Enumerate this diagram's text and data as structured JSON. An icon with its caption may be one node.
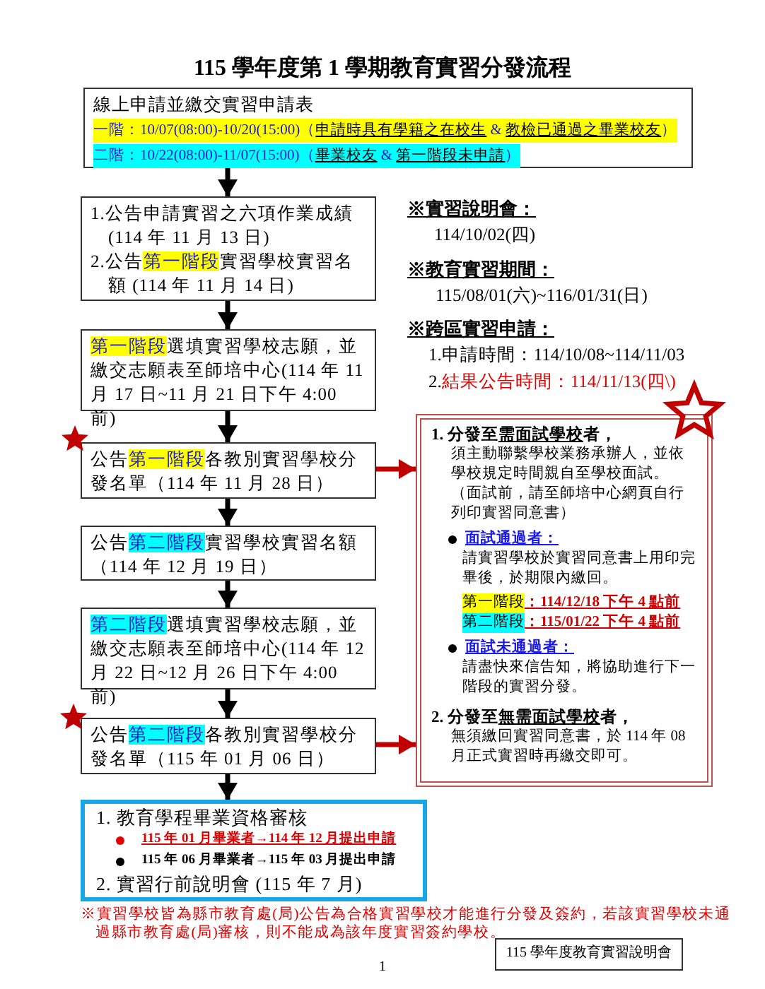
{
  "diagram": {
    "title": "115 學年度第 1 學期教育實習分發流程",
    "nodes": [
      {
        "text": [
          "線上申請並繳交實習申請表",
          "一階：10/07(08:00)-10/20(15:00)（**申請時具有學籍之在校生** & **教檢已通過之畢業校友**）",
          "二階：10/22(08:00)-11/07(15:00)（**畢業校友** & **第一階段未申請**）"
        ]
      },
      {
        "text": [
          "1.公告申請實習之六項作業成績 (114 年 11 月 13 日)",
          "2.公告**第一階段**實習學校實習名額 (114 年 11 月 14 日)"
        ]
      },
      {
        "text": [
          "**第一階段**選填實習學校志願，並繳交志願表至師培中心(114 年 11 月 17 日~11 月 21 日下午 4:00 前)"
        ]
      },
      {
        "text": [
          "公告**第一階段**各教別實習學校分發名單（114 年 11 月 28 日）"
        ]
      },
      {
        "text": [
          "公告**第二階段**實習學校實習名額（114 年 12 月 19 日）"
        ]
      },
      {
        "text": [
          "**第二階段**選填實習學校志願，並繳交志願表至師培中心(114 年 12 月 22 日~12 月 26 日下午 4:00 前)"
        ]
      },
      {
        "text": [
          "公告**第二階段**各教別實習學校分發名單（115 年 01 月 06 日）"
        ]
      },
      {
        "text": [
          "1. 教育學程畢業資格審核",
          "115 年 01 月畢業者→114 年 12 月提出申請",
          "115 年 06 月畢業者→115 年 03 月提出申請",
          "2. 實習行前說明會 (115 年 7 月)"
        ]
      },
      {
        "text": [
          "1. 分發至**需面試學校**者，",
          "須主動聯繫學校業務承辦人，並依學校規定時間親自至學校面試。（面試前，請至師培中心網頁自行列印實習同意書）",
          "面試通過者：",
          "請實習學校於實習同意書上用印完畢後，於期限內繳回。",
          "**第一階段**：114/12/18 下午 4 點前",
          "**第二階段**：115/01/22 下午 4 點前",
          "面試未通過者：",
          "請盡快來信告知，將協助進行下一階段的實習分發。",
          "2. 分發至**無需面試學校**者，",
          "無須繳回實習同意書，於 114 年 08 月正式實習時再繳交即可。"
        ]
      },
      {
        "text": [
          "115 學年度教育實習說明會"
        ]
      }
    ],
    "edges": [
      {
        "from": 0,
        "to": 1,
        "arrow": "to"
      },
      {
        "from": 1,
        "to": 2,
        "arrow": "to"
      },
      {
        "from": 2,
        "to": 3,
        "arrow": "to"
      },
      {
        "from": 3,
        "to": 4,
        "arrow": "to"
      },
      {
        "from": 4,
        "to": 5,
        "arrow": "to"
      },
      {
        "from": 5,
        "to": 6,
        "arrow": "to"
      },
      {
        "from": 6,
        "to": 7,
        "arrow": "to"
      },
      {
        "from": 3,
        "to": 8,
        "arrow": "to",
        "color": "#c00000"
      },
      {
        "from": 6,
        "to": 8,
        "arrow": "to",
        "color": "#c00000"
      }
    ],
    "labels": [
      "※實習說明會：",
      "114/10/02(四)",
      "※教育實習期間：",
      "115/08/01(六)~116/01/31(日)",
      "※跨區實習申請：",
      "1.申請時間：114/10/08~114/11/03",
      "2.**結果公告時間：114/11/13(四\\)**",
      "※實習學校皆為縣市教育處(局)公告為合格實習學校才能進行分發及簽約，若該實習學校未通過縣市教育處(局)審核，則不能成為該年度實習簽約學校。",
      "1"
    ]
  }
}
